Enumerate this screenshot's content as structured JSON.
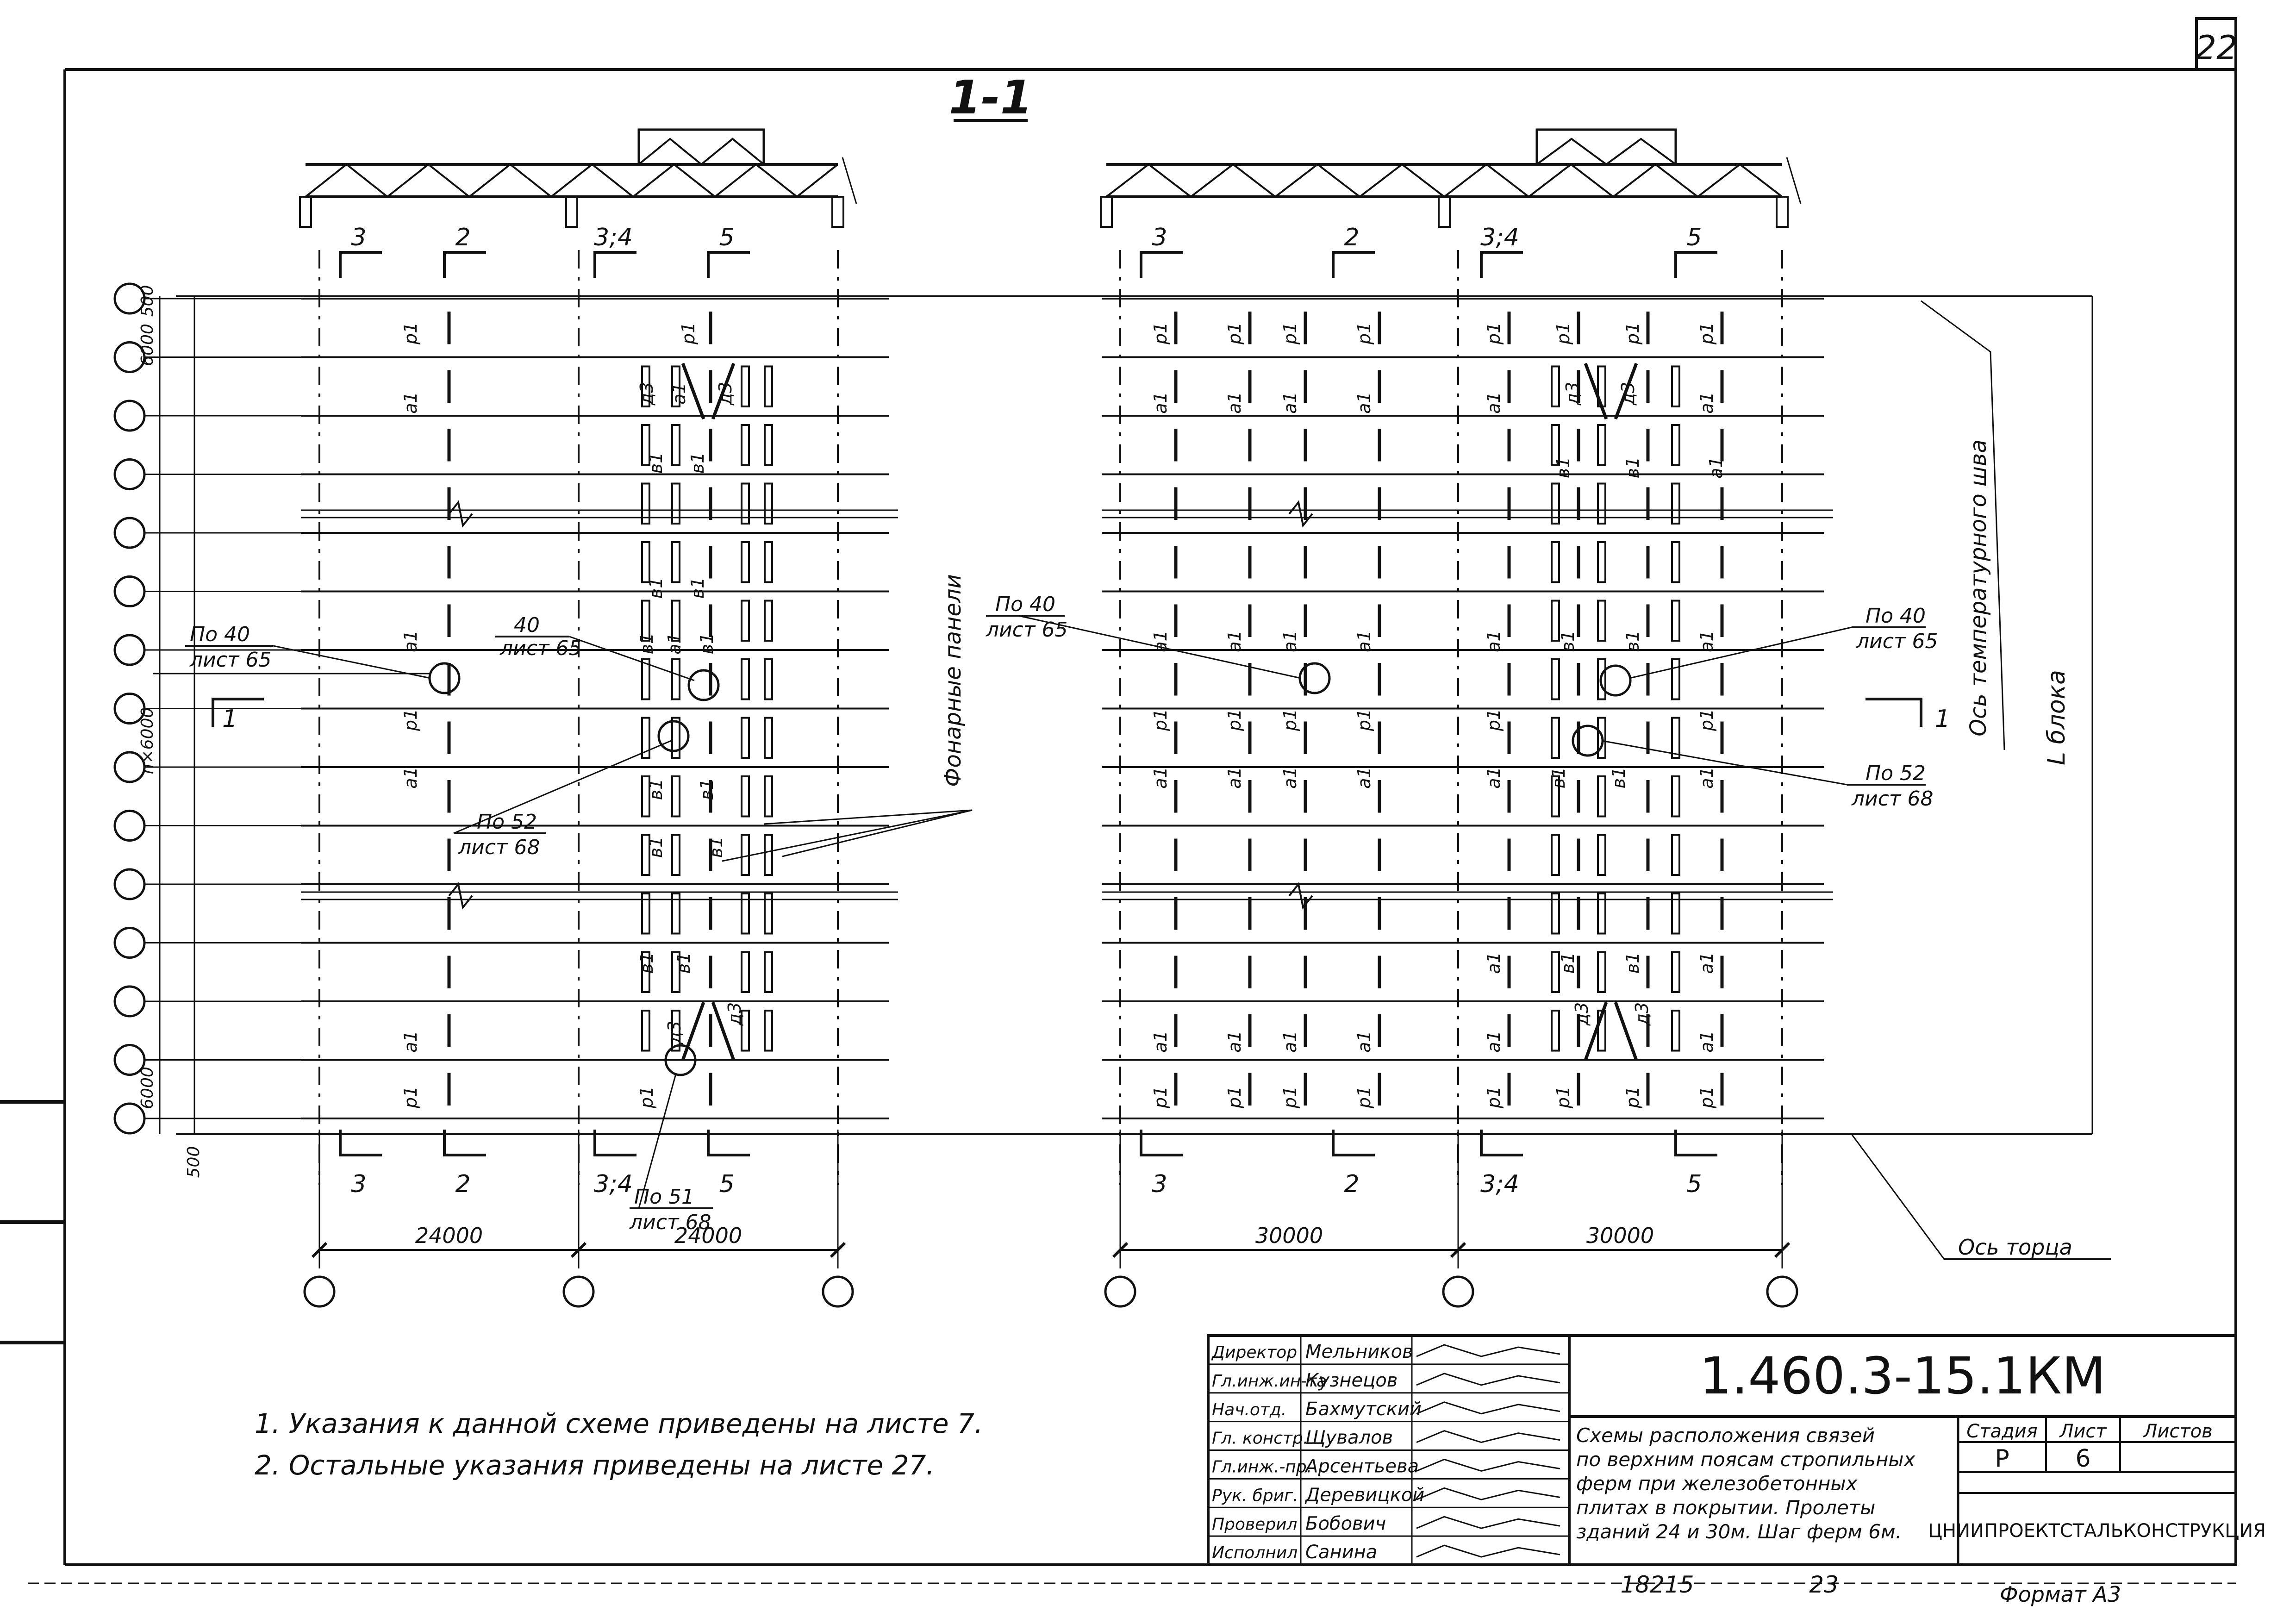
{
  "sheet": {
    "page_number": "22",
    "section_title": "1-1",
    "format_label": "Формат  А3",
    "inventory_number": "18215",
    "inventory_page": "23"
  },
  "notes": [
    "1.  Указания  к  данной   схеме  приведены  на листе 7.",
    "2.  Остальные  указания    приведены    на  листе 27."
  ],
  "left_scheme": {
    "top_section_marks": [
      "3",
      "2",
      "3;4",
      "5"
    ],
    "bottom_section_marks": [
      "3",
      "2",
      "3;4",
      "5"
    ],
    "spans": [
      "24000",
      "24000"
    ]
  },
  "right_scheme": {
    "top_section_marks": [
      "3",
      "2",
      "3;4",
      "5"
    ],
    "bottom_section_marks": [
      "3",
      "2",
      "3;4",
      "5"
    ],
    "spans": [
      "30000",
      "30000"
    ]
  },
  "dimensions": {
    "offset_top": "500",
    "offset_bottom": "500",
    "bay_top": "6000",
    "bay_middle": "n×6000",
    "bay_bottom": "6000"
  },
  "bracing_marks": {
    "p": "р1",
    "a": "а1",
    "v": "в1",
    "d": "д3"
  },
  "callouts": {
    "left_node40_a": "По 40",
    "left_node40_b": "лист 65",
    "left_40": "40",
    "left_40_sheet": "лист 65",
    "left_node52_a": "По 52",
    "left_node52_b": "лист 68",
    "left_node51_a": "По 51",
    "left_node51_b": "лист 68",
    "right_node40_a": "По 40",
    "right_node40_b": "лист 65",
    "right2_node40_a": "По 40",
    "right2_node40_b": "лист 65",
    "right_node52_a": "По 52",
    "right_node52_b": "лист 68",
    "lantern_panels": "Фонарные панели",
    "temp_joint_axis": "Ось температурного шва",
    "block_length": "L блока",
    "end_axis": "Ось торца",
    "section_mark": "1"
  },
  "title_block": {
    "designation": "1.460.3-15.1КМ",
    "description": [
      "Схемы расположения связей",
      "по верхним поясам стропильных",
      "ферм при железобетонных",
      "плитах в покрытии. Пролеты",
      "зданий 24 и 30м.  Шаг ферм 6м."
    ],
    "stage_header": "Стадия",
    "sheet_header": "Лист",
    "sheets_header": "Листов",
    "stage": "Р",
    "sheet": "6",
    "sheets": "",
    "organization": "ЦНИИПРОЕКТСТАЛЬКОНСТРУКЦИЯ",
    "staff": [
      {
        "role": "Директор",
        "name": "Мельников"
      },
      {
        "role": "Гл.инж.ин-та",
        "name": "Кузнецов"
      },
      {
        "role": "Нач.отд.",
        "name": "Бахмутский"
      },
      {
        "role": "Гл. констр.",
        "name": "Щувалов"
      },
      {
        "role": "Гл.инж.-пр.",
        "name": "Арсентьева"
      },
      {
        "role": "Рук. бриг.",
        "name": "Деревицкой"
      },
      {
        "role": "Проверил",
        "name": "Бобович"
      },
      {
        "role": "Исполнил",
        "name": "Санина"
      }
    ]
  }
}
